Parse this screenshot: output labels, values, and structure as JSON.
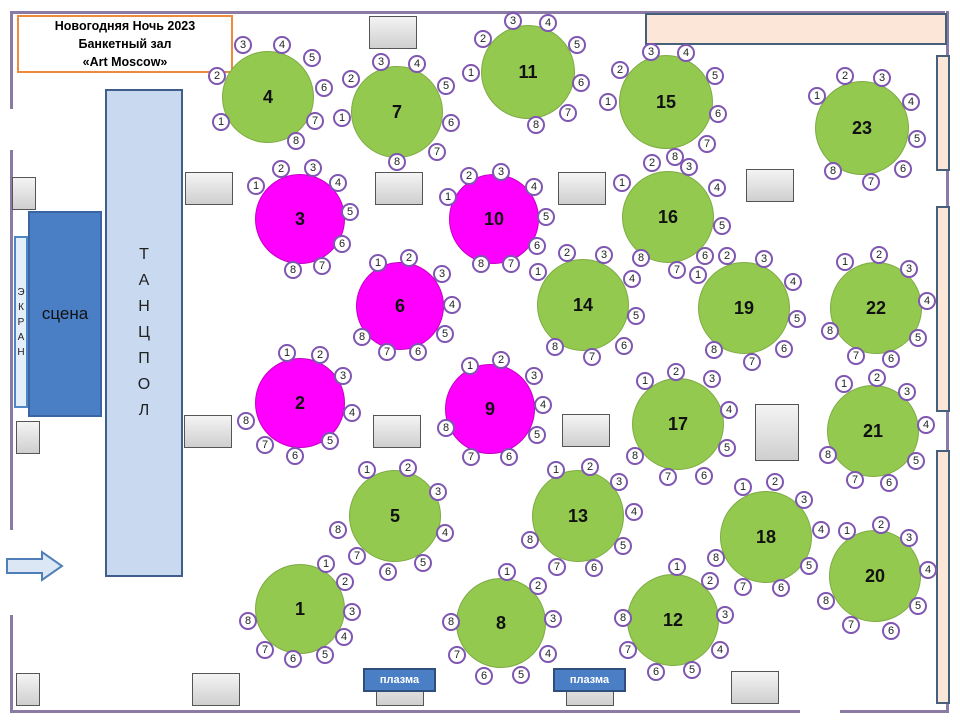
{
  "header": {
    "line1": "Новогодняя Ночь 2023",
    "line2": "Банкетный зал",
    "line3": "«Art Moscow»"
  },
  "labels": {
    "stage": "сцена",
    "screen": [
      "Э",
      "К",
      "Р",
      "А",
      "Н"
    ],
    "dance": [
      "Т",
      "А",
      "Н",
      "Ц",
      "П",
      "О",
      "Л"
    ]
  },
  "plasma": [
    "плазма",
    "плазма"
  ],
  "colors": {
    "green_table": "#92c94e",
    "vip_table": "#ff00ff",
    "stage": "#4a7fc6",
    "dance_floor": "#c9daf0",
    "seat_border": "#7f56b1"
  },
  "tables": [
    {
      "id": "1",
      "type": "green"
    },
    {
      "id": "2",
      "type": "magenta"
    },
    {
      "id": "3",
      "type": "magenta"
    },
    {
      "id": "4",
      "type": "green"
    },
    {
      "id": "5",
      "type": "green"
    },
    {
      "id": "6",
      "type": "magenta"
    },
    {
      "id": "7",
      "type": "green"
    },
    {
      "id": "8",
      "type": "green"
    },
    {
      "id": "9",
      "type": "magenta"
    },
    {
      "id": "10",
      "type": "magenta"
    },
    {
      "id": "11",
      "type": "green"
    },
    {
      "id": "12",
      "type": "green"
    },
    {
      "id": "13",
      "type": "green"
    },
    {
      "id": "14",
      "type": "green"
    },
    {
      "id": "15",
      "type": "green"
    },
    {
      "id": "16",
      "type": "green"
    },
    {
      "id": "17",
      "type": "green"
    },
    {
      "id": "18",
      "type": "green"
    },
    {
      "id": "19",
      "type": "green"
    },
    {
      "id": "20",
      "type": "green"
    },
    {
      "id": "21",
      "type": "green"
    },
    {
      "id": "22",
      "type": "green"
    },
    {
      "id": "23",
      "type": "green"
    }
  ],
  "seat_labels": [
    "1",
    "2",
    "3",
    "4",
    "5",
    "6",
    "7",
    "8"
  ]
}
